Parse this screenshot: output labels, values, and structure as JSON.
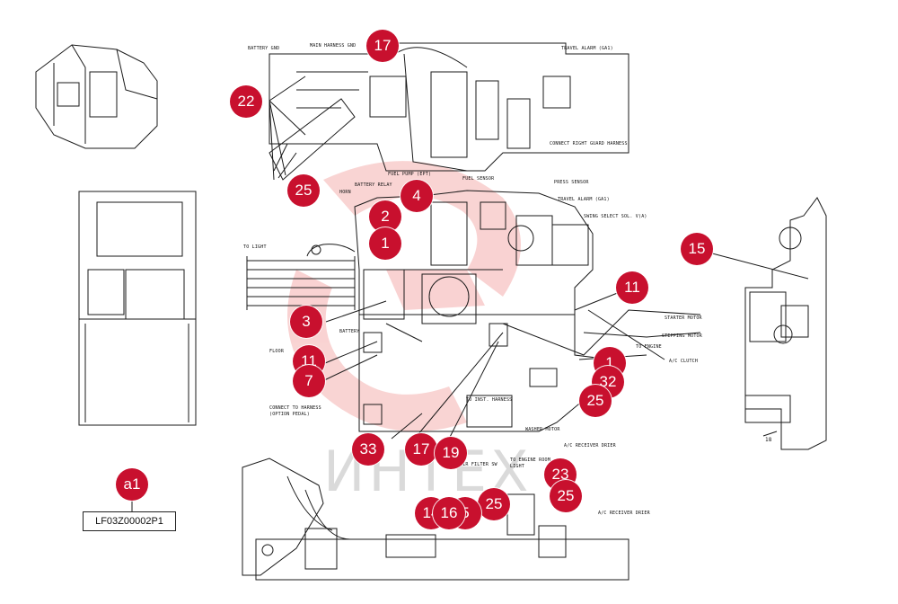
{
  "colors": {
    "callout": "#c8102e",
    "line": "#1a1a1a",
    "watermark": "#e53935"
  },
  "watermark": {
    "brand_text": "ИНТЕХ",
    "icon": "logo-icon"
  },
  "part_number": "LF03Z00002P1",
  "callouts": [
    "17",
    "22",
    "25",
    "4",
    "2",
    "1",
    "3",
    "11",
    "7",
    "15",
    "11",
    "1",
    "32",
    "25",
    "33",
    "17",
    "19",
    "a1",
    "23",
    "25",
    "25",
    "14",
    "16",
    "5"
  ],
  "labels": {
    "battery_gnd": "BATTERY GND",
    "main_harness_gnd": "MAIN HARNESS GND",
    "travel_alarm_top": "TRAVEL ALARM (GA1)",
    "connect_right_guard": "CONNECT RIGHT GUARD HARNESS",
    "fuel_pump": "FUEL PUMP (EPT)",
    "battery_relay": "BATTERY RELAY",
    "horn": "HORN",
    "fuel_sensor": "FUEL SENSOR",
    "press_sensor": "PRESS SENSOR",
    "travel_alarm_mid": "TRAVEL ALARM (GA1)",
    "swing_select": "SWING SELECT SOL. V(A)",
    "to_light": "TO LIGHT",
    "battery": "BATTERY",
    "floor": "FLOOR",
    "connect_to_harness": "CONNECT TO HARNESS",
    "option_pedal": "(OPTION PEDAL)",
    "starter_motor": "STARTER MOTOR",
    "stepping_motor": "STEPPING MOTOR",
    "to_engine": "TO ENGINE",
    "ac_clutch": "A/C CLUTCH",
    "to_inst_harness": "TO INST. HARNESS",
    "washer_motor": "WASHER MOTOR",
    "ac_receiver_drier": "A/C RECEIVER DRIER",
    "air_filter_sw": "AIR FILTER SW",
    "to_engine_room_light": "TO ENGINE ROOM",
    "light": "LIGHT",
    "ac_receiver_drier_bottom": "A/C RECEIVER DRIER",
    "ref_18": "18"
  }
}
